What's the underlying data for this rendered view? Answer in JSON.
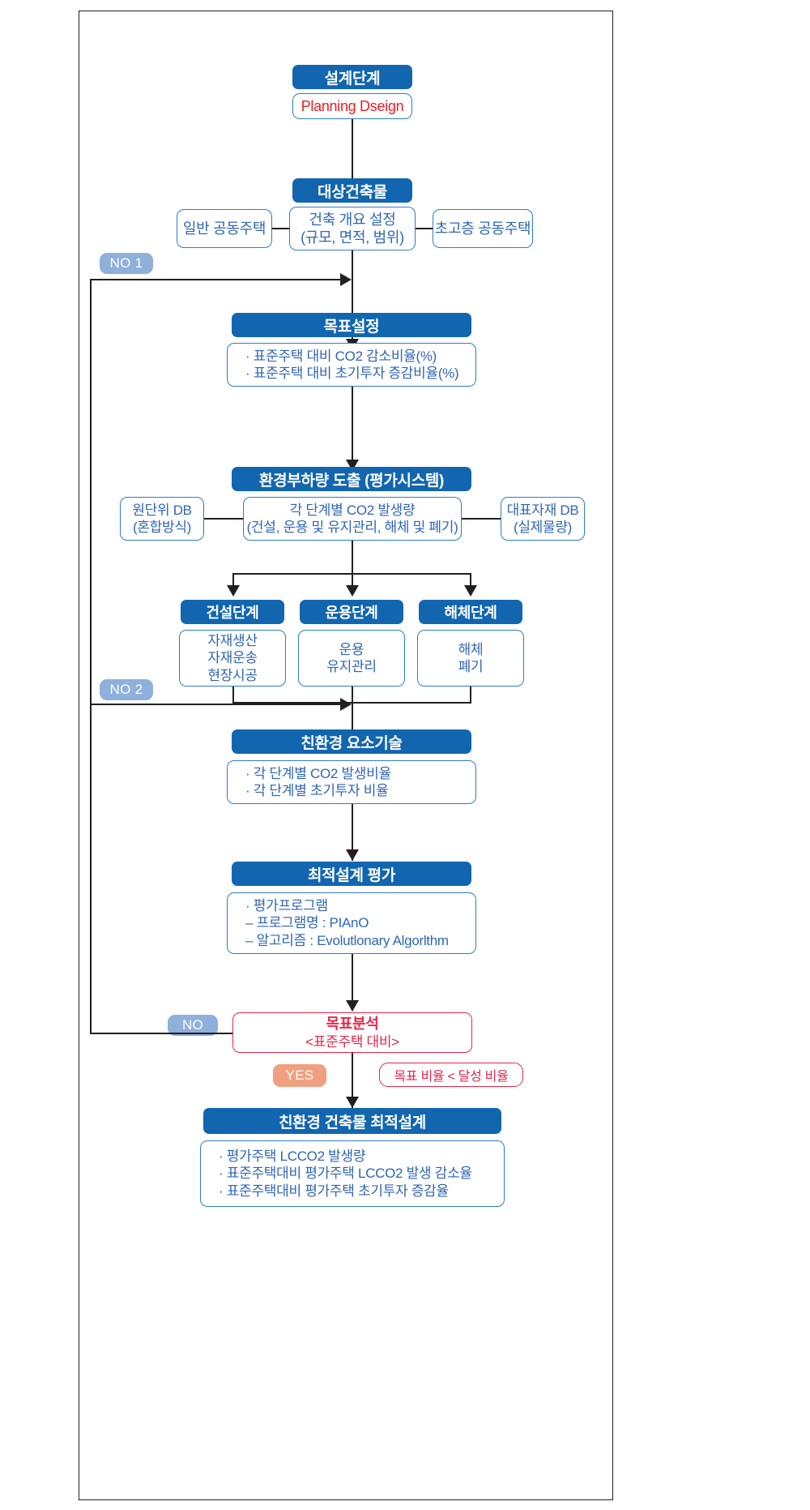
{
  "diagram": {
    "title": "Eco-friendly building optimal design flowchart",
    "colors": {
      "header_blue": "#1266b0",
      "body_border_blue": "#2b7fc4",
      "body_text_blue": "#2f66b5",
      "red": "#e8264a",
      "no_pill": "#8fb0da",
      "yes_pill": "#f0a080",
      "line": "#231f20"
    }
  },
  "nodes": {
    "planning": {
      "header": "설계단계",
      "body": "Planning Dseign"
    },
    "target_building": {
      "header": "대상건축물",
      "body_line1": "건축 개요 설정",
      "body_line2": "(규모, 면적, 범위)",
      "left": "일반 공동주택",
      "right": "초고층 공동주택"
    },
    "goal_setting": {
      "header": "목표설정",
      "items": [
        "· 표준주택 대비 CO2 감소비율(%)",
        "· 표준주택 대비 초기투자 증감비율(%)"
      ]
    },
    "env_load": {
      "header": "환경부하량 도출 (평가시스템)",
      "body_line1": "각 단계별 CO2 발생량",
      "body_line2": "(건설, 운용 및 유지관리, 해체 및 폐기)",
      "left_line1": "원단위 DB",
      "left_line2": "(혼합방식)",
      "right_line1": "대표자재 DB",
      "right_line2": "(실제물량)"
    },
    "stages": [
      {
        "header": "건설단계",
        "items": [
          "자재생산",
          "자재운송",
          "현장시공"
        ]
      },
      {
        "header": "운용단계",
        "items": [
          "운용",
          "유지관리"
        ]
      },
      {
        "header": "해체단계",
        "items": [
          "해체",
          "폐기"
        ]
      }
    ],
    "eco_tech": {
      "header": "친환경 요소기술",
      "items": [
        "· 각 단계별 CO2 발생비율",
        "· 각 단계별 초기투자 비율"
      ]
    },
    "optimal_eval": {
      "header": "최적설계 평가",
      "items": [
        "· 평가프로그램",
        "– 프로그램명 : PIAnO",
        "– 알고리즘 : Evolutlonary Algorlthm"
      ]
    },
    "goal_analysis": {
      "line1": "목표분석",
      "line2": "<표준주택 대비>"
    },
    "final": {
      "header": "친환경 건축물 최적설계",
      "items": [
        "· 평가주택 LCCO2 발생량",
        "· 표준주택대비 평가주택 LCCO2 발생 감소율",
        "· 표준주택대비 평가주택 초기투자 증감율"
      ]
    }
  },
  "labels": {
    "no1": "NO 1",
    "no2": "NO 2",
    "no": "NO",
    "yes": "YES",
    "condition": "목표 비율 < 달성 비율"
  }
}
